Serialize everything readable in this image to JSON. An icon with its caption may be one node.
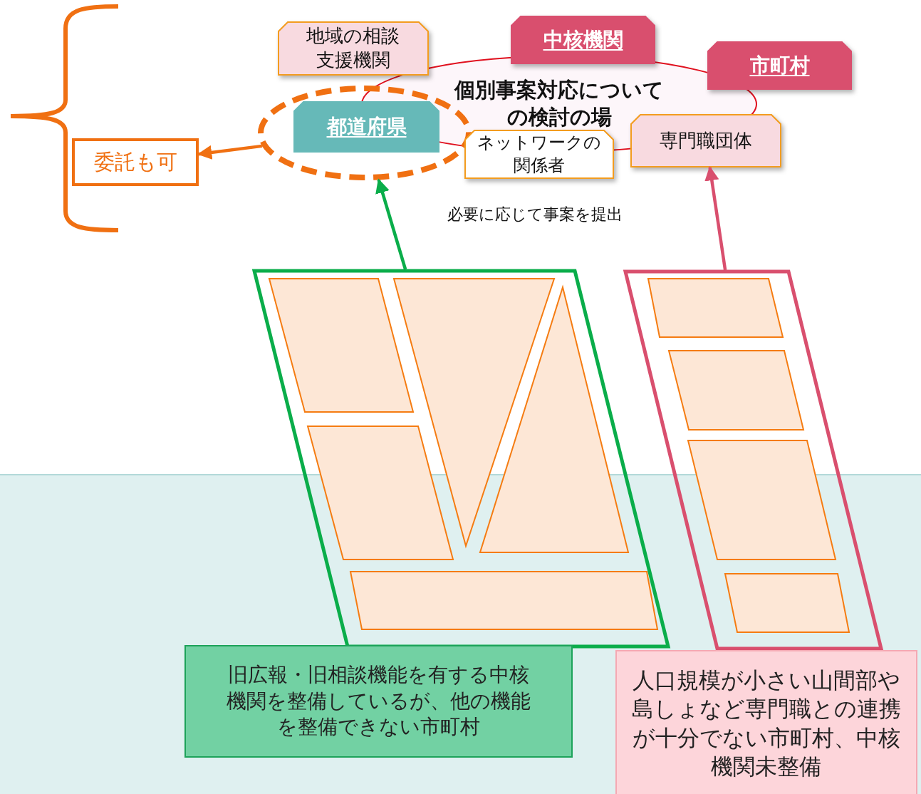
{
  "diagram": {
    "nodes": [
      {
        "text": [
          "個別事案対応についての検討の場"
        ]
      },
      {
        "text": [
          "地域の相談支援機関"
        ]
      },
      {
        "text": [
          "中核機関"
        ]
      },
      {
        "text": [
          "市町村"
        ]
      },
      {
        "text": [],
        "shape": "ellipse"
      },
      {
        "text": [
          "都道府県"
        ],
        "in": 4
      },
      {
        "text": [
          "ネットワークの関係者"
        ]
      },
      {
        "text": [
          "専門職団体"
        ]
      },
      {
        "text": [
          "委託も可"
        ]
      },
      {
        "text": [],
        "shape": "parallelogram"
      },
      {
        "text": [],
        "shape": "parallelogram"
      },
      {
        "text": [
          "旧広報・旧相談機能を有する中核機関を整備しているが、他の機能を整備できない市町村"
        ]
      },
      {
        "text": [
          "人口規模が小さい山間部や島しょなど専門職との連携が十分でない市町村、中核機関未整備"
        ]
      }
    ],
    "edges": [
      {
        "from": 4,
        "to": 8,
        "arrow": "to",
        "color": "#f07012"
      },
      {
        "from": 9,
        "to": 4,
        "arrow": "to",
        "color": "#0aad4a"
      },
      {
        "from": 10,
        "to": 7,
        "arrow": "to",
        "color": "#d94f6e"
      }
    ],
    "labels": [
      "必要に応じて事案を提出"
    ]
  }
}
